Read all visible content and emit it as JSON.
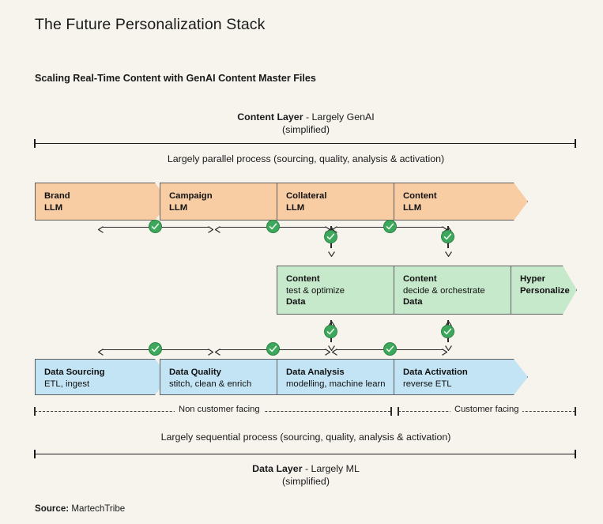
{
  "page": {
    "title": "The Future Personalization Stack",
    "subtitle": "Scaling Real-Time Content with GenAI Content Master Files",
    "background_color": "#F7F4EE"
  },
  "content_layer": {
    "caption_strong": "Content Layer",
    "caption_dash": " - Largely GenAI",
    "caption_sub": "(simplified)",
    "process_note": "Largely parallel process (sourcing, quality, analysis & activation)",
    "fill_color": "#F8CDA4",
    "boxes": [
      {
        "line1": "Brand",
        "line2": "LLM"
      },
      {
        "line1": "Campaign",
        "line2": "LLM"
      },
      {
        "line1": "Collateral",
        "line2": "LLM"
      },
      {
        "line1": "Content",
        "line2": "LLM"
      }
    ]
  },
  "middle_layer": {
    "fill_color": "#C6E8CB",
    "boxes": [
      {
        "line1": "Content",
        "line2": "test & optimize",
        "line3": "Data"
      },
      {
        "line1": "Content",
        "line2": "decide & orchestrate",
        "line3": "Data"
      },
      {
        "line1": "Hyper",
        "line2": "Personalize",
        "line3": ""
      }
    ]
  },
  "data_layer": {
    "caption_strong": "Data Layer",
    "caption_dash": " - Largely ML",
    "caption_sub": "(simplified)",
    "process_note": "Largely sequential process (sourcing, quality, analysis & activation)",
    "fill_color": "#C3E4F5",
    "boxes": [
      {
        "line1": "Data Sourcing",
        "line2": "ETL, ingest"
      },
      {
        "line1": "Data Quality",
        "line2": "stitch, clean & enrich"
      },
      {
        "line1": "Data Analysis",
        "line2": "modelling, machine learn"
      },
      {
        "line1": "Data Activation",
        "line2": "reverse ETL"
      }
    ]
  },
  "facing": {
    "non_customer": "Non customer facing",
    "customer": "Customer facing"
  },
  "connectors": {
    "check_color": "#3DA75B",
    "check_icon": "check-circle-icon",
    "arrow_color": "#2a2a2a"
  },
  "source": {
    "key": "Source:",
    "value": " MartechTribe"
  }
}
